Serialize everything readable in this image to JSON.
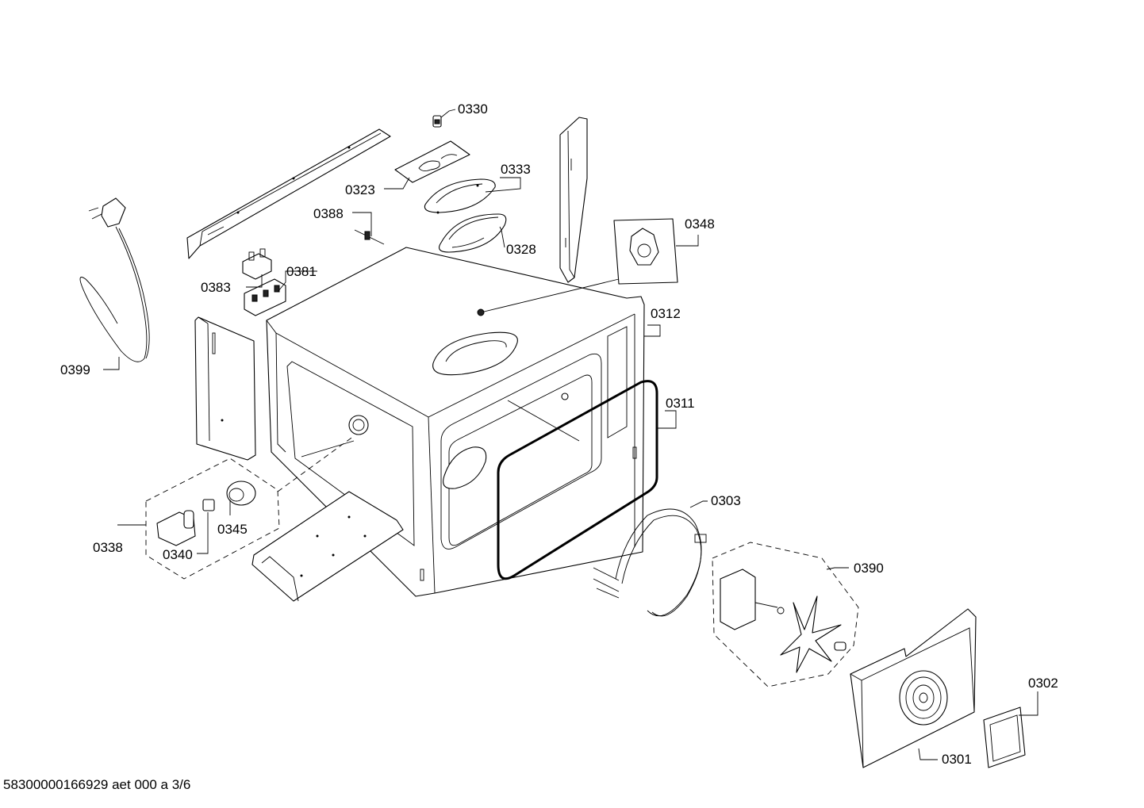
{
  "document": {
    "reference": "58300000166929 aet 000 a 3/6"
  },
  "parts": [
    {
      "id": "p0330",
      "label": "0330"
    },
    {
      "id": "p0333",
      "label": "0333"
    },
    {
      "id": "p0323",
      "label": "0323"
    },
    {
      "id": "p0388",
      "label": "0388"
    },
    {
      "id": "p0328",
      "label": "0328"
    },
    {
      "id": "p0348",
      "label": "0348"
    },
    {
      "id": "p0383",
      "label": "0383"
    },
    {
      "id": "p0381",
      "label": "0381"
    },
    {
      "id": "p0312",
      "label": "0312"
    },
    {
      "id": "p0399",
      "label": "0399"
    },
    {
      "id": "p0311",
      "label": "0311"
    },
    {
      "id": "p0303",
      "label": "0303"
    },
    {
      "id": "p0338",
      "label": "0338"
    },
    {
      "id": "p0345",
      "label": "0345"
    },
    {
      "id": "p0340",
      "label": "0340"
    },
    {
      "id": "p0390",
      "label": "0390"
    },
    {
      "id": "p0302",
      "label": "0302"
    },
    {
      "id": "p0301",
      "label": "0301"
    }
  ]
}
